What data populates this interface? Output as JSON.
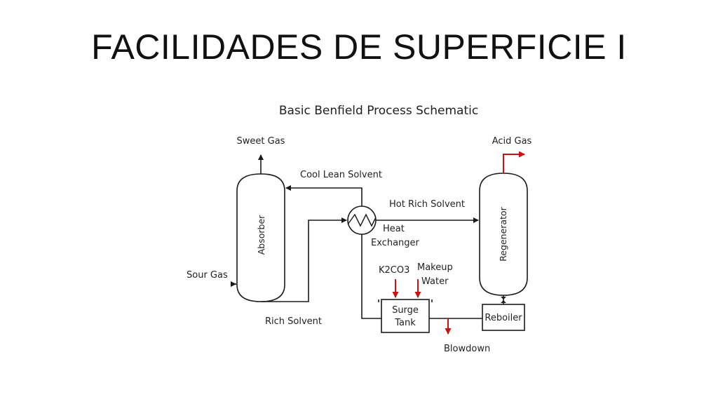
{
  "slide": {
    "title": "FACILIDADES DE SUPERFICIE I"
  },
  "diagram": {
    "title": "Basic Benfield Process Schematic",
    "streams": {
      "sweet_gas": "Sweet Gas",
      "cool_lean_solvent": "Cool Lean Solvent",
      "hot_rich_solvent": "Hot Rich Solvent",
      "sour_gas": "Sour Gas",
      "rich_solvent": "Rich Solvent",
      "acid_gas": "Acid Gas",
      "k2co3": "K2CO3",
      "makeup_water_line1": "Makeup",
      "makeup_water_line2": "Water",
      "blowdown": "Blowdown"
    },
    "equipment": {
      "absorber": "Absorber",
      "regenerator": "Regenerator",
      "heat_exchanger_line1": "Heat",
      "heat_exchanger_line2": "Exchanger",
      "surge_tank_line1": "Surge",
      "surge_tank_line2": "Tank",
      "reboiler": "Reboiler"
    },
    "colors": {
      "line": "#1a1a1a",
      "accent": "#cc1111"
    }
  }
}
